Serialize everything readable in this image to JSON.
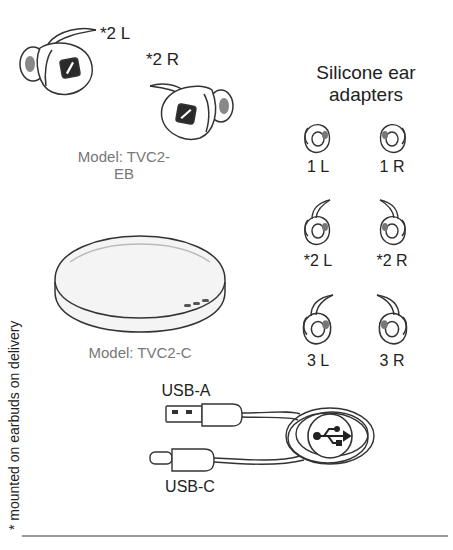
{
  "diagram": {
    "labels": [
      "*2 L",
      "*2 R",
      "Model: TVC2-EB",
      "Silicone ear adapters",
      "1 L",
      "1 R",
      "*2 L",
      "*2 R",
      "3 L",
      "3 R",
      "Model: TVC2-C",
      "USB-A",
      "USB-C",
      "* mounted on earbuds on delivery"
    ]
  }
}
